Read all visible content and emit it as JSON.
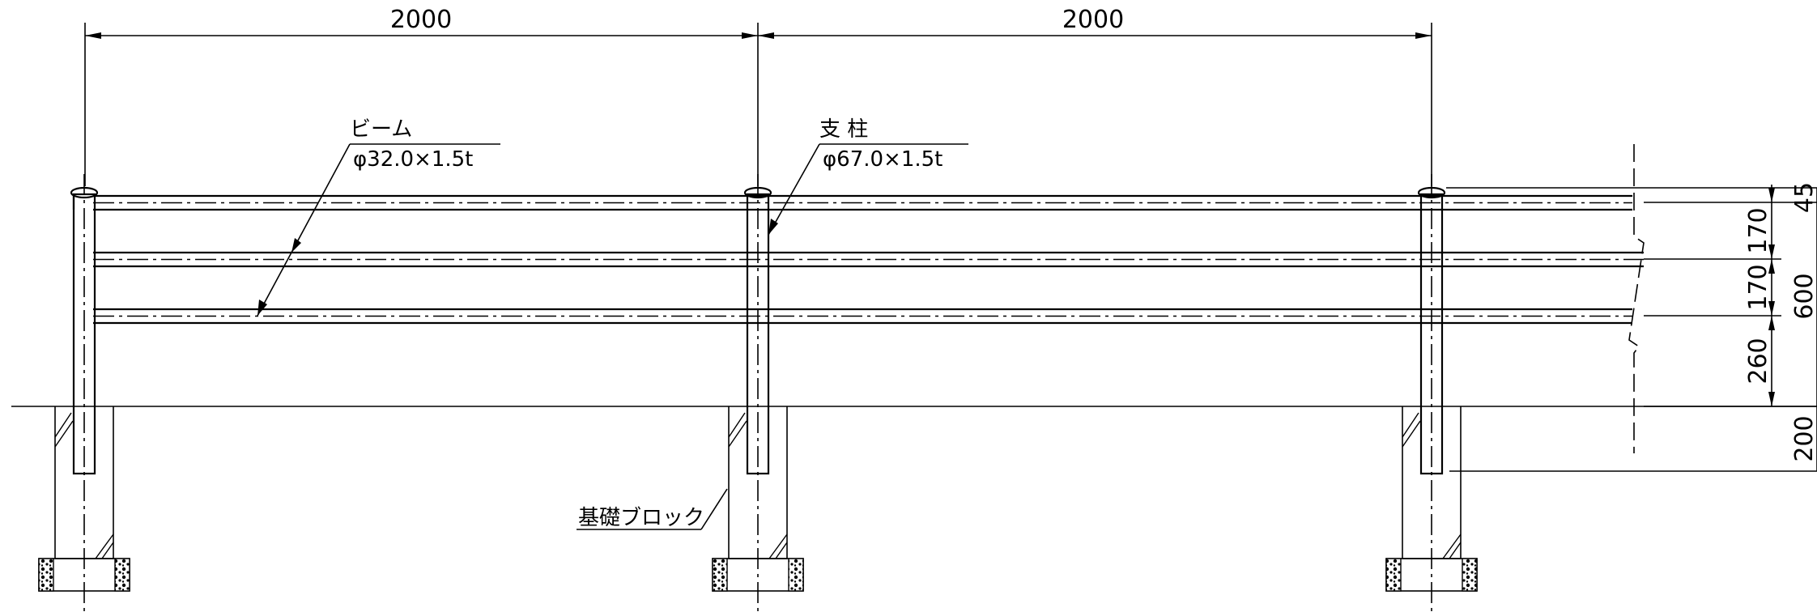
{
  "dimensions": {
    "span_left": "2000",
    "span_right": "2000",
    "spacing_top": "45",
    "spacing_1": "170",
    "spacing_2": "170",
    "spacing_bottom": "260",
    "total_height": "600",
    "embed_depth": "200"
  },
  "labels": {
    "beam_name": "ビーム",
    "beam_spec": "φ32.0×1.5t",
    "post_name": "支 柱",
    "post_spec": "φ67.0×1.5t",
    "foundation": "基礎ブロック"
  }
}
